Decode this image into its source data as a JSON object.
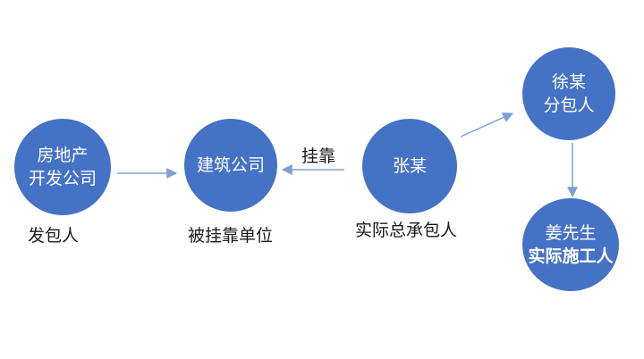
{
  "nodes": {
    "developer": {
      "line1": "房地产",
      "line2": "开发公司"
    },
    "construction": {
      "line1": "建筑公司"
    },
    "zhang": {
      "line1": "张某"
    },
    "xu": {
      "line1": "徐某",
      "line2": "分包人"
    },
    "jiang": {
      "line1": "姜先生",
      "line2": "实际施工人"
    }
  },
  "roles": {
    "developer": "发包人",
    "construction": "被挂靠单位",
    "zhang": "实际总承包人"
  },
  "edges": {
    "zhang_to_construction": "挂靠"
  },
  "colors": {
    "node_fill": "#4472c4",
    "node_text": "#ffffff",
    "arrow": "#7f9fd4",
    "label_text": "#1a1a1a"
  }
}
